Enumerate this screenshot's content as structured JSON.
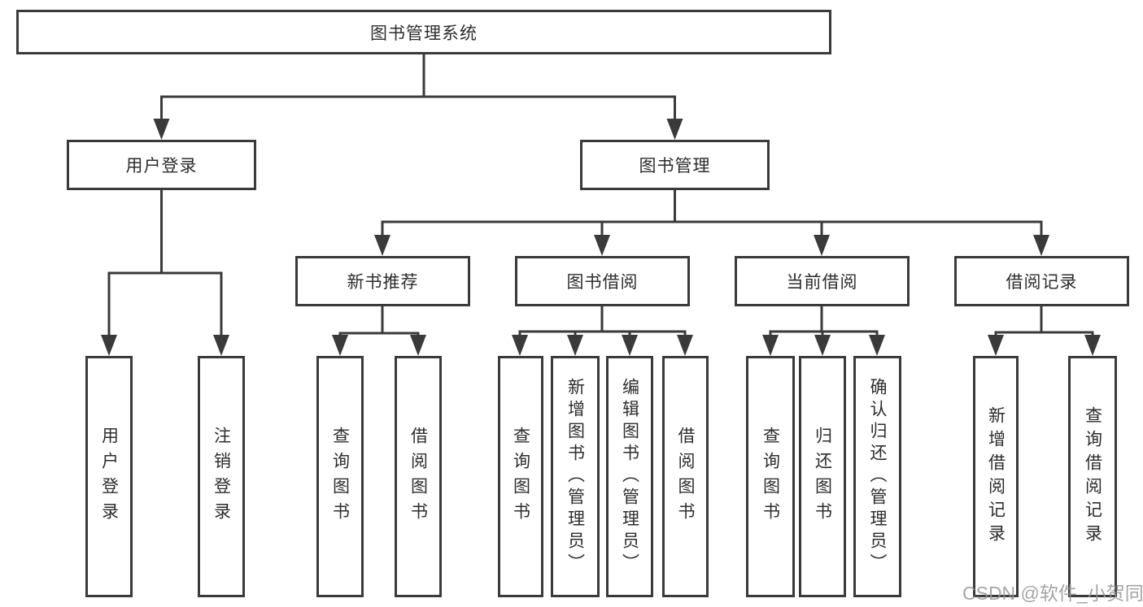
{
  "colors": {
    "line": "#3a3a3a",
    "text": "#2d2d2d",
    "background": "#ffffff",
    "watermark": "#969696"
  },
  "watermark": "CSDN @软件_小贺同学",
  "diagram_type": "hierarchy-tree",
  "tree": {
    "label": "图书管理系统",
    "children": [
      {
        "label": "用户登录",
        "children": [
          {
            "label": "用户登录"
          },
          {
            "label": "注销登录"
          }
        ]
      },
      {
        "label": "图书管理",
        "children": [
          {
            "label": "新书推荐",
            "children": [
              {
                "label": "查询图书"
              },
              {
                "label": "借阅图书"
              }
            ]
          },
          {
            "label": "图书借阅",
            "children": [
              {
                "label": "查询图书"
              },
              {
                "label": "新增图书（管理员）"
              },
              {
                "label": "编辑图书（管理员）"
              },
              {
                "label": "借阅图书"
              }
            ]
          },
          {
            "label": "当前借阅",
            "children": [
              {
                "label": "查询图书"
              },
              {
                "label": "归还图书"
              },
              {
                "label": "确认归还（管理员）"
              }
            ]
          },
          {
            "label": "借阅记录",
            "children": [
              {
                "label": "新增借阅记录"
              },
              {
                "label": "查询借阅记录"
              }
            ]
          }
        ]
      }
    ]
  }
}
